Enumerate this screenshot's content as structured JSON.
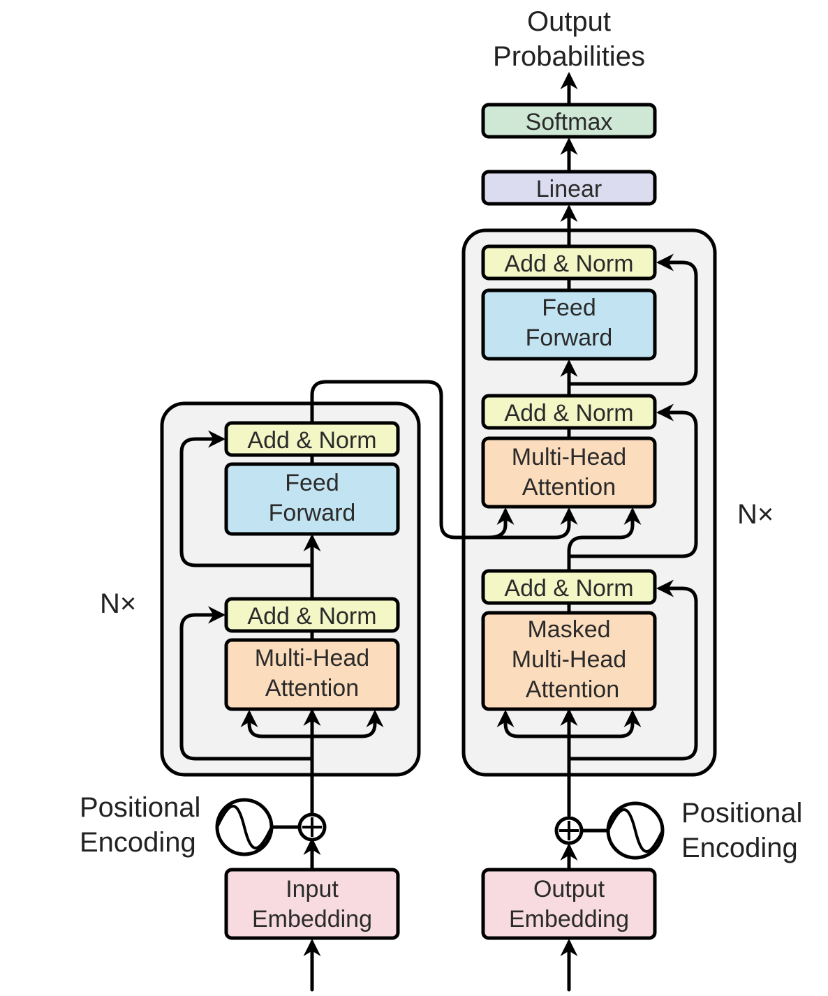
{
  "output_label": [
    "Output",
    "Probabilities"
  ],
  "softmax": "Softmax",
  "linear": "Linear",
  "decoder": {
    "repeat": "N×",
    "add_norm_top": "Add & Norm",
    "feed_forward": [
      "Feed",
      "Forward"
    ],
    "add_norm_mid": "Add & Norm",
    "cross_attention": [
      "Multi-Head",
      "Attention"
    ],
    "add_norm_bottom": "Add & Norm",
    "masked_attention": [
      "Masked",
      "Multi-Head",
      "Attention"
    ]
  },
  "encoder": {
    "repeat": "N×",
    "add_norm_top": "Add & Norm",
    "feed_forward": [
      "Feed",
      "Forward"
    ],
    "add_norm_bottom": "Add & Norm",
    "attention": [
      "Multi-Head",
      "Attention"
    ]
  },
  "positional_encoding_left": [
    "Positional",
    "Encoding"
  ],
  "positional_encoding_right": [
    "Positional",
    "Encoding"
  ],
  "input_embedding": [
    "Input",
    "Embedding"
  ],
  "output_embedding": [
    "Output",
    "Embedding"
  ],
  "colors": {
    "add_norm": "#f3f7c6",
    "feed_forward": "#c2e4f2",
    "attention": "#fbdcbd",
    "embedding": "#f7dbe0",
    "softmax": "#cfe8d6",
    "linear": "#dcdcf0",
    "stack_bg": "#f2f2f2"
  }
}
